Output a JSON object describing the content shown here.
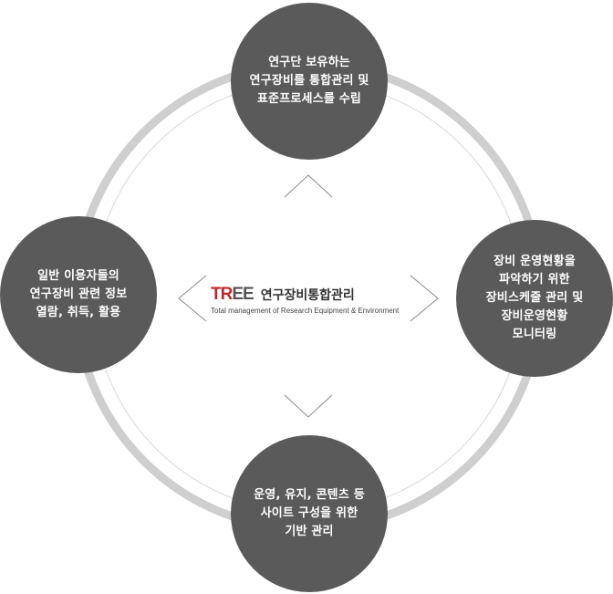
{
  "nodes": {
    "top": [
      "연구단 보유하는",
      "연구장비를 통합관리 및",
      "표준프로세스를 수립"
    ],
    "right": [
      "장비 운영현황을",
      "파악하기 위한",
      "장비스케줄 관리 및",
      "장비운영현황",
      "모니터링"
    ],
    "bottom": [
      "운영, 유지, 콘텐츠 등",
      "사이트 구성을 위한",
      "기반 관리"
    ],
    "left": [
      "일반 이용자들의",
      "연구장비 관련 정보",
      "열람, 취득, 활용"
    ]
  },
  "logo": {
    "mark_red": "TR",
    "mark_gray": "EE",
    "title": "연구장비통합관리",
    "subtitle": "Total management of Research Equipment & Environment"
  },
  "colors": {
    "node_fill": "#5a5a5a",
    "ring": "#cfcfcf",
    "logo_red": "#c0282d"
  }
}
